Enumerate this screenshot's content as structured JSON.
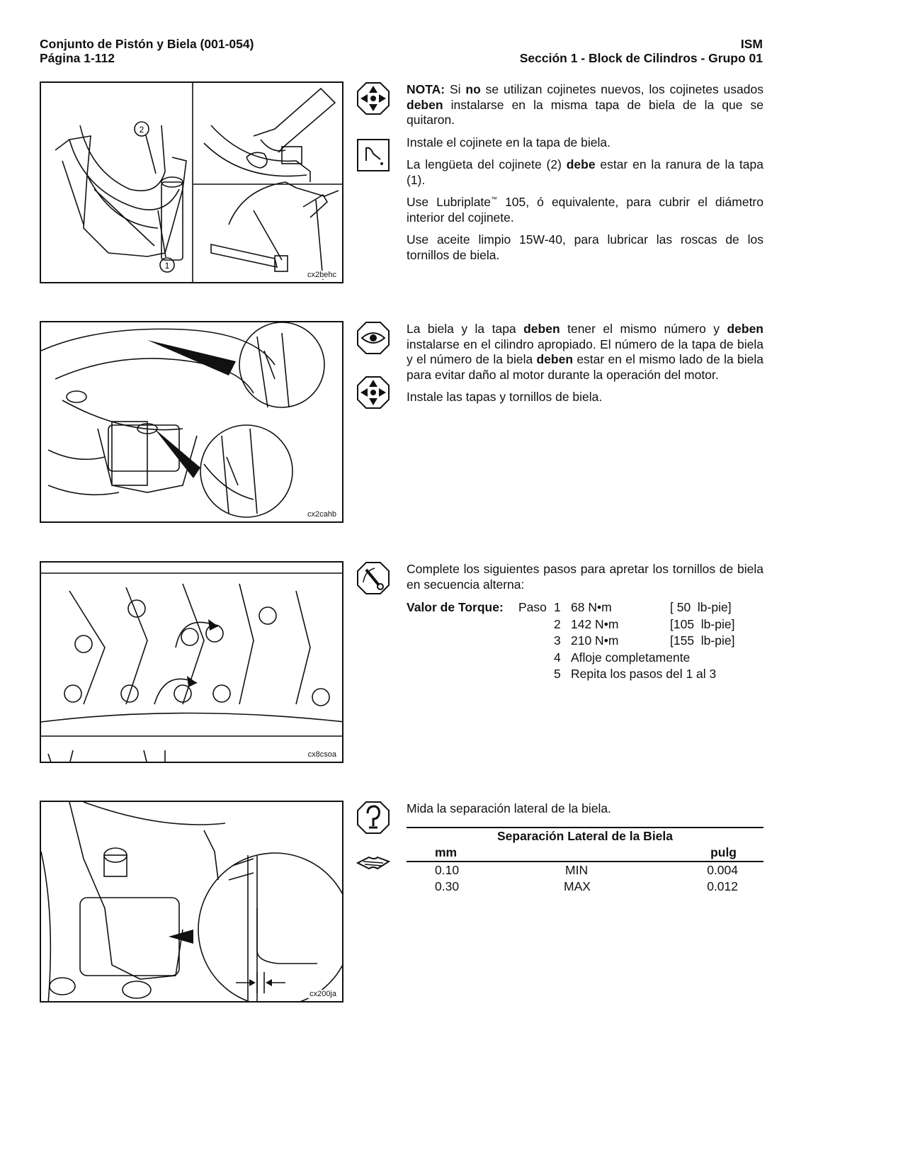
{
  "header": {
    "left_line1": "Conjunto de Pistón y Biela (001-054)",
    "left_line2": "Página 1-112",
    "right_line1": "ISM",
    "right_line2": "Sección 1 - Block de Cilindros - Grupo 01"
  },
  "figures": [
    {
      "code": "cx2behc",
      "callouts": [
        "2",
        "1"
      ]
    },
    {
      "code": "cx2cahb"
    },
    {
      "code": "cx8csoa"
    },
    {
      "code": "cx200ja"
    }
  ],
  "icons": [
    "install-icon",
    "lubricate-icon",
    "inspect-icon",
    "install-icon",
    "torque-wrench-icon",
    "measure-icon",
    "specification-book-icon"
  ],
  "section1": {
    "note_label": "NOTA:",
    "note_t1": " Si ",
    "note_b1": "no",
    "note_t2": " se utilizan cojinetes nuevos, los cojinetes usados ",
    "note_b2": "deben",
    "note_t3": " instalarse en la misma tapa de biela de la que se quitaron.",
    "p2": "Instale el cojinete en la tapa de biela.",
    "p3_t1": "La lengüeta del cojinete (2) ",
    "p3_b1": "debe",
    "p3_t2": " estar en la ranura de la tapa (1).",
    "p4_t1": "Use Lubriplate",
    "p4_tm": "™",
    "p4_t2": " 105, ó equivalente, para cubrir el diámetro interior del cojinete.",
    "p5": "Use aceite limpio 15W-40, para lubricar las roscas de los tornillos de biela."
  },
  "section2": {
    "p1_t1": "La biela y la tapa ",
    "p1_b1": "deben",
    "p1_t2": " tener el mismo número y ",
    "p1_b2": "deben",
    "p1_t3": " instalarse en el cilindro apropiado. El número de la tapa de biela y el número de la biela ",
    "p1_b3": "deben",
    "p1_t4": " estar en el mismo lado de la biela para evitar daño al motor durante la operación del motor.",
    "p2": "Instale las tapas y tornillos de biela."
  },
  "section3": {
    "intro": "Complete los siguientes pasos para apretar los tornillos de biela en secuencia alterna:",
    "label": "Valor de Torque:",
    "step_word": "Paso",
    "steps": [
      {
        "n": "1",
        "metric": "68 N•m",
        "imperial": "[ 50  lb-pie]"
      },
      {
        "n": "2",
        "metric": "142 N•m",
        "imperial": "[105  lb-pie]"
      },
      {
        "n": "3",
        "metric": "210 N•m",
        "imperial": "[155  lb-pie]"
      },
      {
        "n": "4",
        "metric": "Afloje completamente",
        "imperial": ""
      },
      {
        "n": "5",
        "metric": "Repita los pasos del 1 al 3",
        "imperial": ""
      }
    ]
  },
  "section4": {
    "intro": "Mida la separación lateral de la biela.",
    "table_title": "Separación Lateral de la Biela",
    "col_mm": "mm",
    "col_in": "pulg",
    "rows": [
      {
        "mm": "0.10",
        "label": "MIN",
        "in": "0.004"
      },
      {
        "mm": "0.30",
        "label": "MAX",
        "in": "0.012"
      }
    ]
  }
}
